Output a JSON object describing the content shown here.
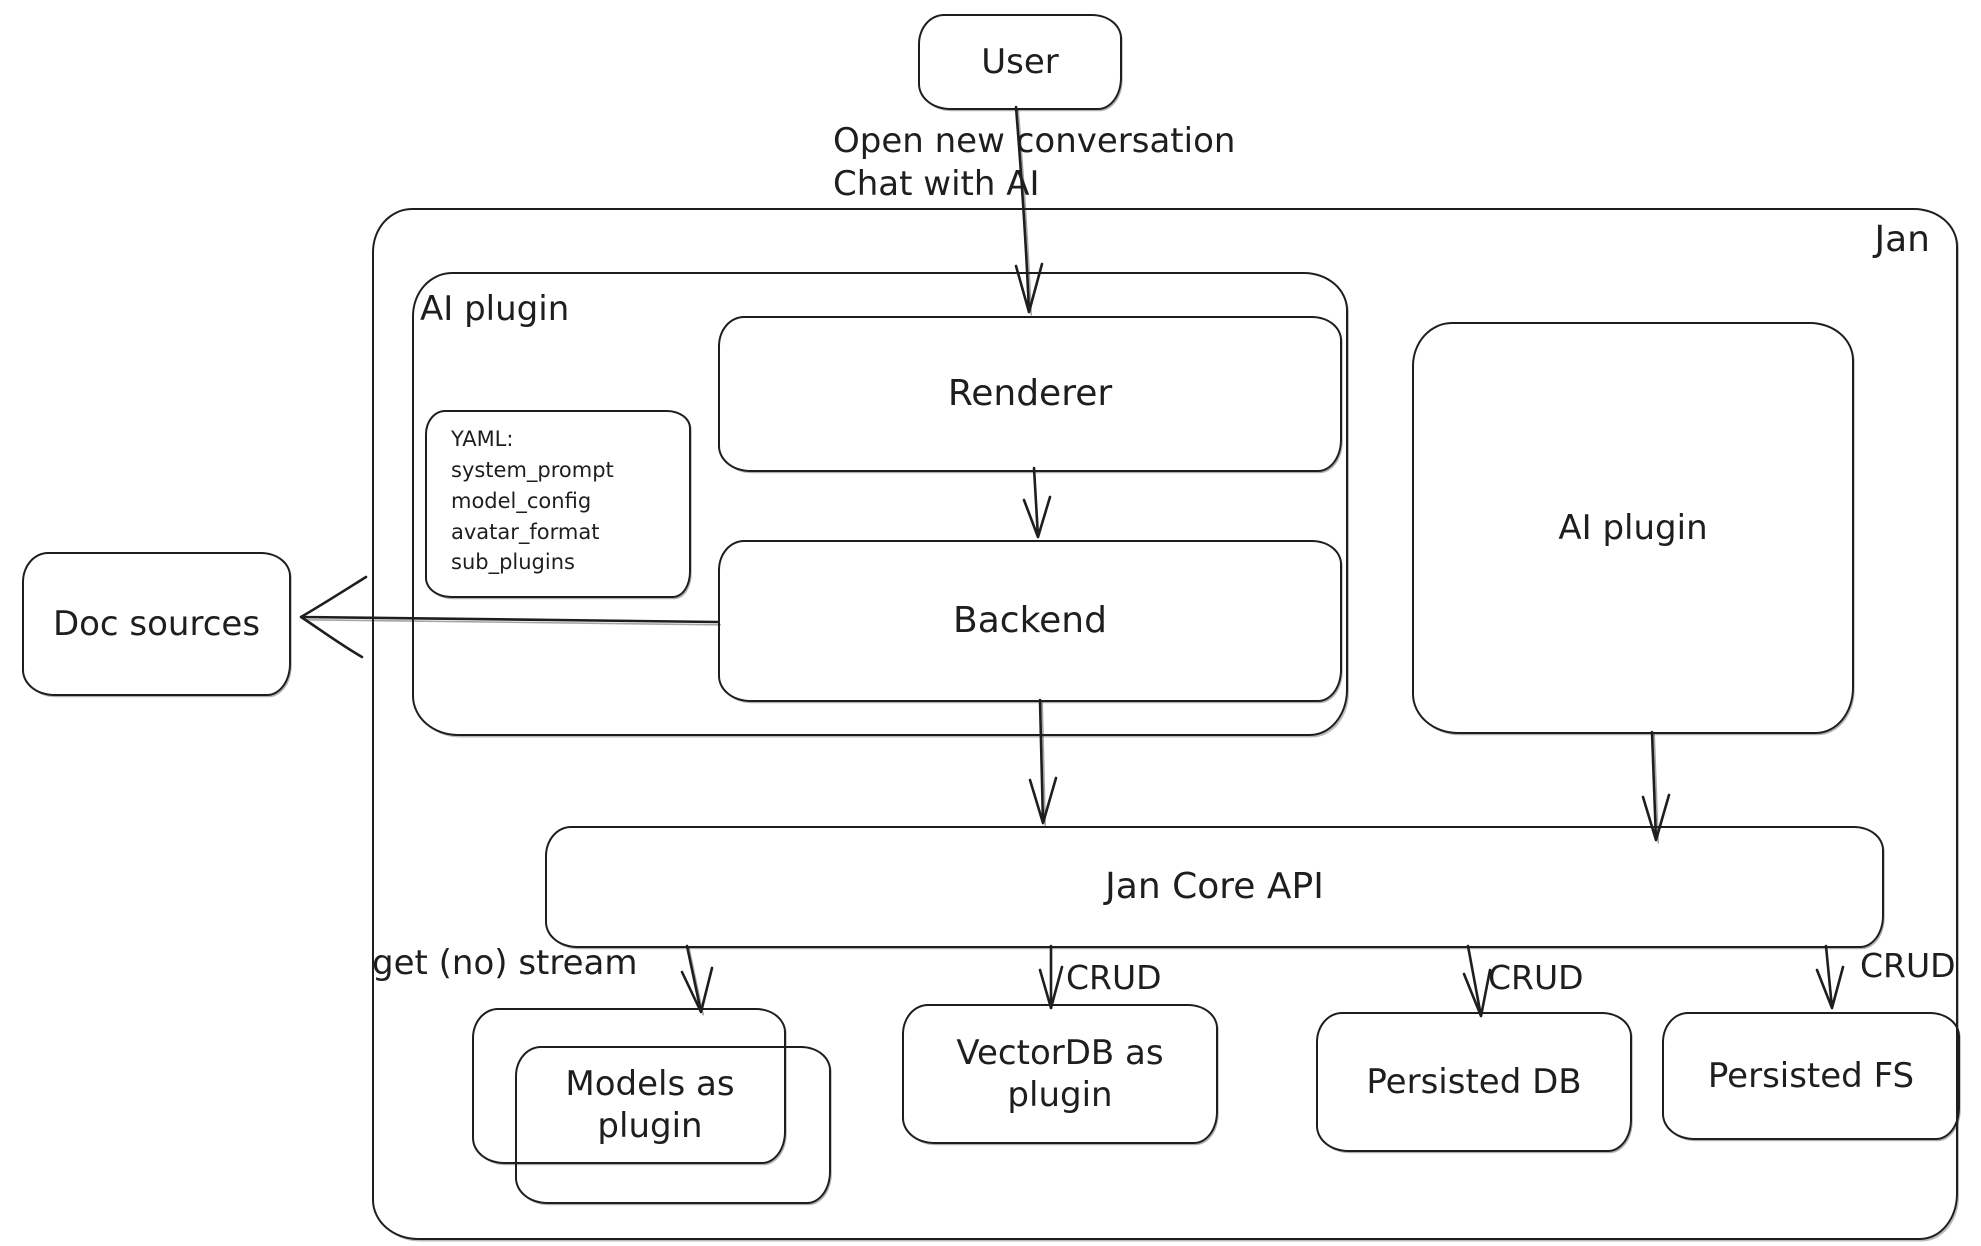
{
  "colors": {
    "ink": "#1e1e1e",
    "background": "#ffffff"
  },
  "nodes": {
    "user": {
      "label": "User"
    },
    "jan": {
      "label": "Jan"
    },
    "ai_plugin_left": {
      "label": "AI plugin"
    },
    "renderer": {
      "label": "Renderer"
    },
    "yaml_note": {
      "lines": [
        "YAML:",
        "system_prompt",
        "model_config",
        "avatar_format",
        "sub_plugins"
      ]
    },
    "backend": {
      "label": "Backend"
    },
    "ai_plugin_right": {
      "label": "AI plugin"
    },
    "doc_sources": {
      "label": "Doc sources"
    },
    "jan_core_api": {
      "label": "Jan Core API"
    },
    "models_as_plugin": {
      "label": "Models as plugin"
    },
    "vectordb_as_plugin": {
      "label": "VectorDB as plugin"
    },
    "persisted_db": {
      "label": "Persisted DB"
    },
    "persisted_fs": {
      "label": "Persisted FS"
    }
  },
  "edge_labels": {
    "user_flow_line1": "Open new conversation",
    "user_flow_line2": "Chat with AI",
    "get_no_stream": "get (no) stream",
    "crud": "CRUD"
  }
}
